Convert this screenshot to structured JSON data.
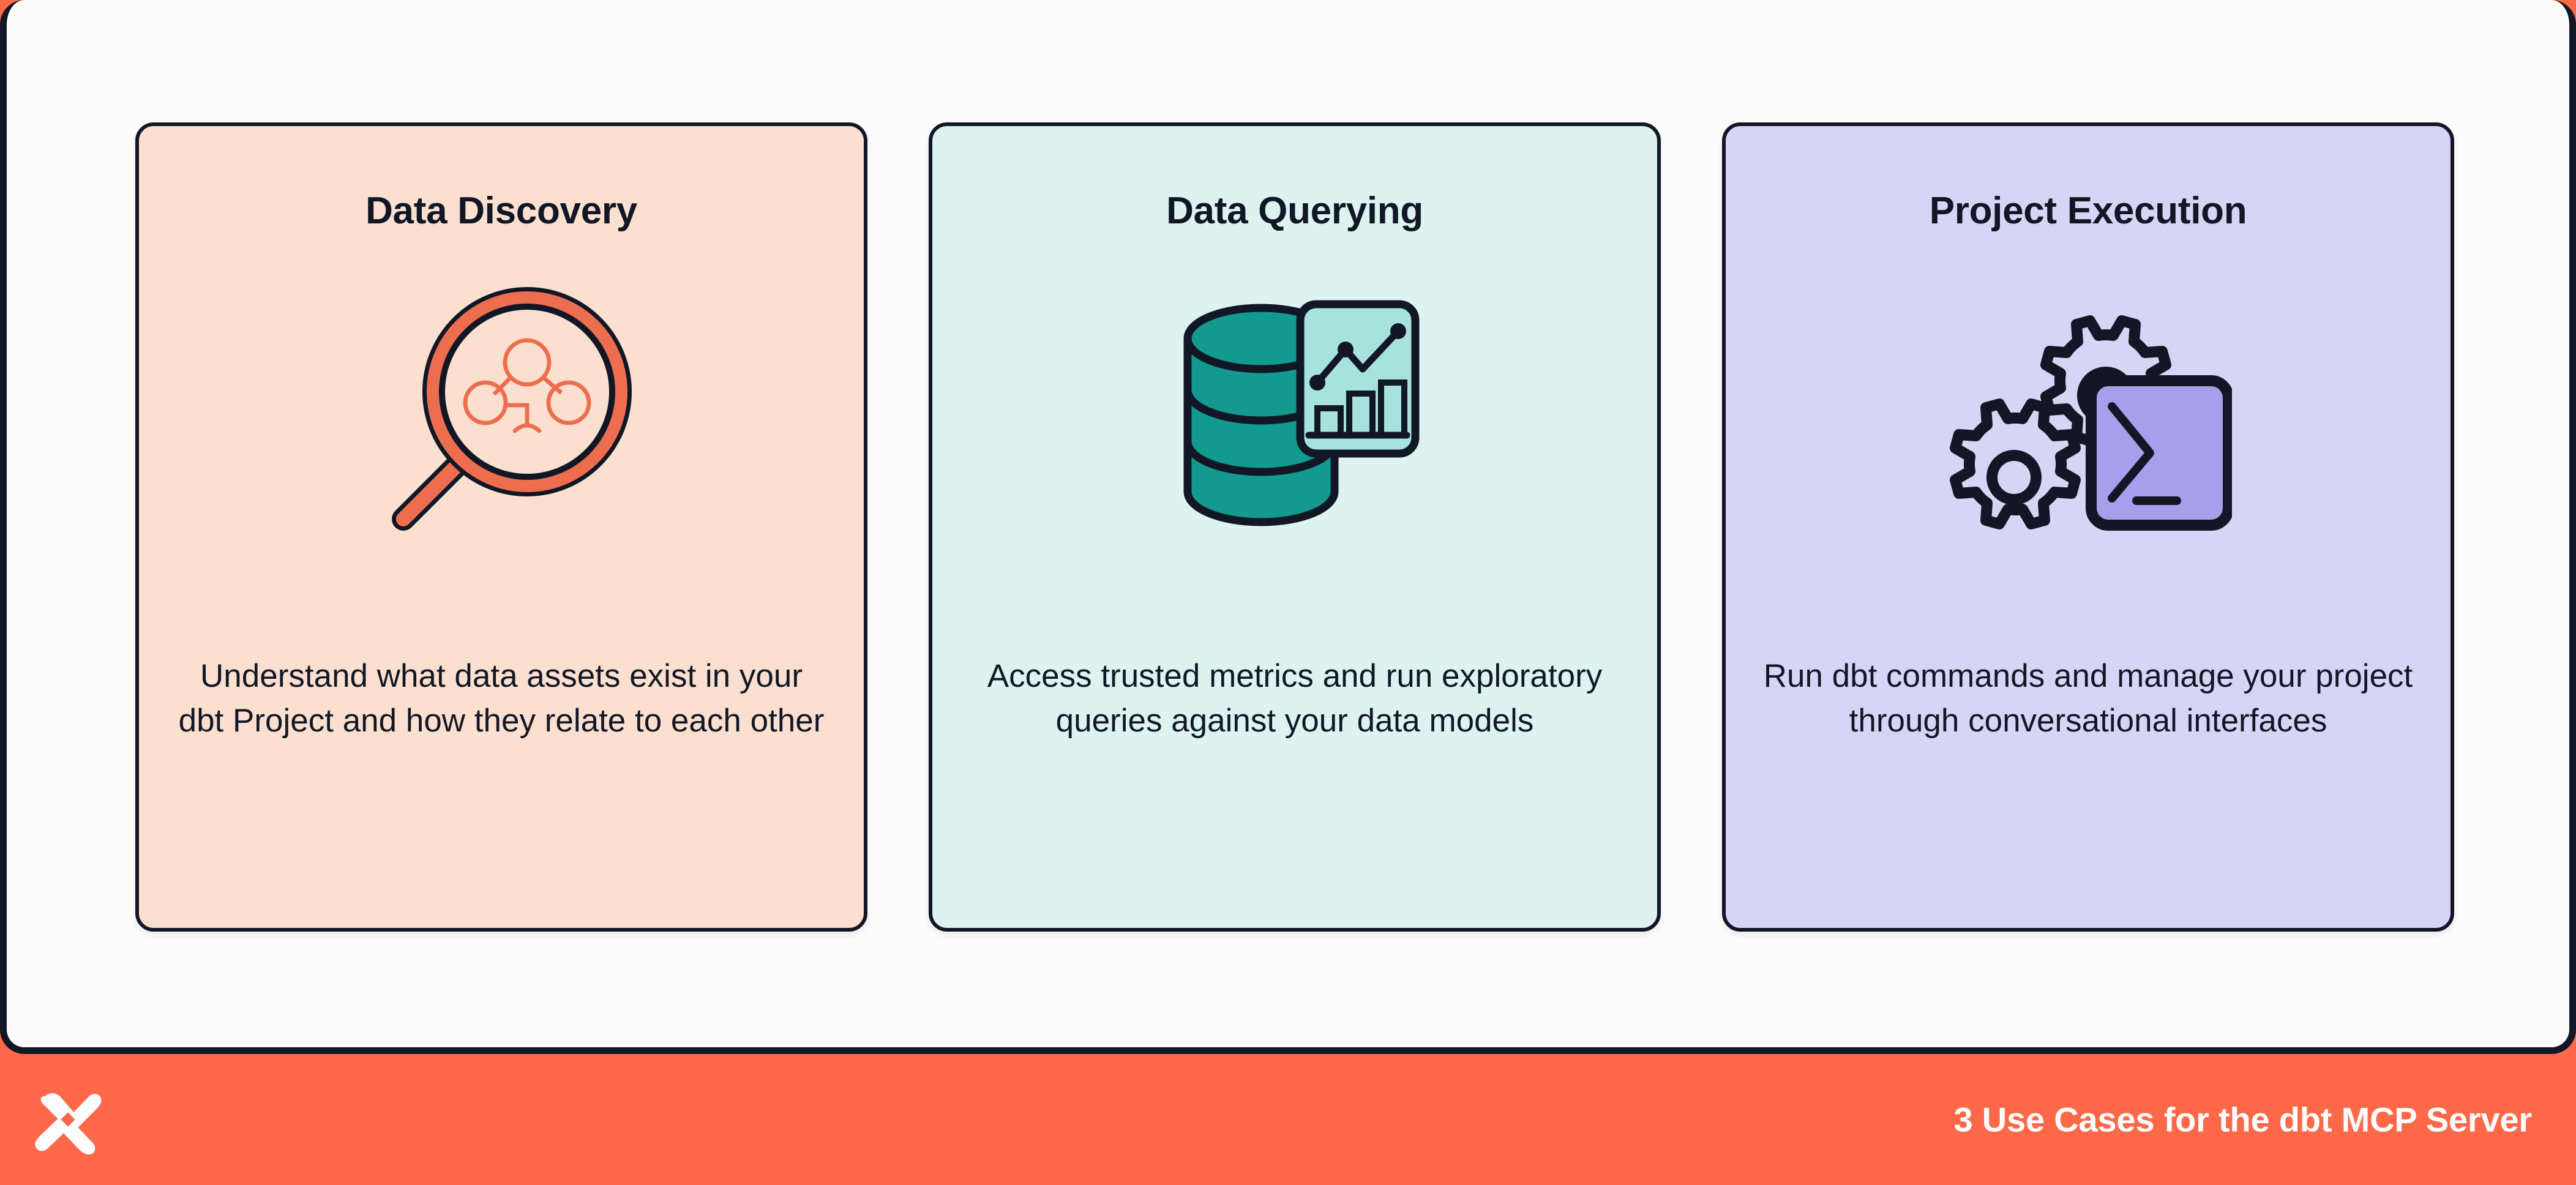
{
  "theme": {
    "accent_orange": "#FF6849",
    "ink": "#121726",
    "panel_bg": "#FCFCFD",
    "card1_bg": "#FBE0D0",
    "card2_bg": "#DCF3F0",
    "card3_bg": "#D6D5F5",
    "teal_fill": "#129A8E",
    "teal_light": "#A7E2DC",
    "lavender_fill": "#A79FEB",
    "orange_stroke": "#EC6E4E"
  },
  "cards": [
    {
      "title": "Data Discovery",
      "body": "Understand what data assets exist in your dbt Project and how they relate to each other",
      "icon": "magnifying-glass-lineage-icon"
    },
    {
      "title": "Data Querying",
      "body": "Access trusted metrics and run exploratory queries against your data models",
      "icon": "database-chart-icon"
    },
    {
      "title": "Project Execution",
      "body": "Run dbt commands and manage your project through conversational interfaces",
      "icon": "gears-terminal-icon"
    }
  ],
  "footer": {
    "caption": "3 Use Cases for the dbt MCP Server",
    "logo": "dbt-logo-icon"
  }
}
